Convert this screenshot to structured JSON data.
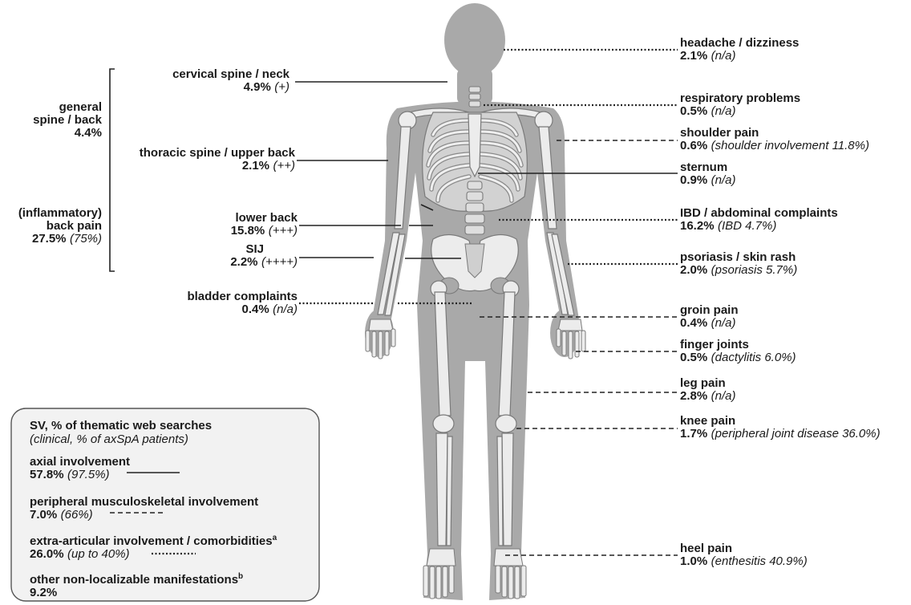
{
  "callouts": [
    {
      "id": "headache",
      "name": "headache / dizziness",
      "pct": "2.1%",
      "note": "(n/a)",
      "line": "dotted"
    },
    {
      "id": "respiratory",
      "name": "respiratory problems",
      "pct": "0.5%",
      "note": "(n/a)",
      "line": "dotted"
    },
    {
      "id": "shoulder",
      "name": "shoulder pain",
      "pct": "0.6%",
      "note": "(shoulder involvement 11.8%)",
      "line": "dashed"
    },
    {
      "id": "sternum",
      "name": "sternum",
      "pct": "0.9%",
      "note": "(n/a)",
      "line": "solid"
    },
    {
      "id": "ibd",
      "name": "IBD / abdominal complaints",
      "pct": "16.2%",
      "note": "(IBD 4.7%)",
      "line": "dotted"
    },
    {
      "id": "psoriasis",
      "name": "psoriasis / skin rash",
      "pct": "2.0%",
      "note": "(psoriasis 5.7%)",
      "line": "dotted"
    },
    {
      "id": "groin",
      "name": "groin pain",
      "pct": "0.4%",
      "note": "(n/a)",
      "line": "dashed"
    },
    {
      "id": "finger",
      "name": "finger joints",
      "pct": "0.5%",
      "note": "(dactylitis 6.0%)",
      "line": "dashed"
    },
    {
      "id": "leg",
      "name": "leg pain",
      "pct": "2.8%",
      "note": "(n/a)",
      "line": "dashed"
    },
    {
      "id": "knee",
      "name": "knee pain",
      "pct": "1.7%",
      "note": "(peripheral joint disease 36.0%)",
      "line": "dashed"
    },
    {
      "id": "heel",
      "name": "heel pain",
      "pct": "1.0%",
      "note": "(enthesitis 40.9%)",
      "line": "dashed"
    },
    {
      "id": "cervical",
      "name": "cervical spine / neck",
      "pct": "4.9%",
      "note": "(+)",
      "line": "solid"
    },
    {
      "id": "thoracic",
      "name": "thoracic spine / upper back",
      "pct": "2.1%",
      "note": "(++)",
      "line": "solid"
    },
    {
      "id": "lowerback",
      "name": "lower back",
      "pct": "15.8%",
      "note": "(+++)",
      "line": "solid"
    },
    {
      "id": "sij",
      "name": "SIJ",
      "pct": "2.2%",
      "note": "(++++)",
      "line": "solid"
    },
    {
      "id": "bladder",
      "name": "bladder complaints",
      "pct": "0.4%",
      "note": "(n/a)",
      "line": "dotted"
    }
  ],
  "bracket_groups": {
    "general": {
      "line1": "general",
      "line2": "spine / back",
      "pct": "4.4%"
    },
    "inflammatory": {
      "line1": "(inflammatory)",
      "line2": "back pain",
      "pct": "27.5%",
      "note": "(75%)"
    }
  },
  "legend": {
    "title": "SV, % of thematic web searches",
    "subtitle": "(clinical, % of axSpA patients)",
    "items": [
      {
        "name": "axial involvement",
        "sup": "",
        "pct": "57.8%",
        "note": "(97.5%)",
        "line": "solid"
      },
      {
        "name": "peripheral musculoskeletal involvement",
        "sup": "",
        "pct": "7.0%",
        "note": "(66%)",
        "line": "dashed"
      },
      {
        "name": "extra-articular involvement / comorbidities",
        "sup": "a",
        "pct": "26.0%",
        "note": "(up to 40%)",
        "line": "dotted"
      },
      {
        "name": "other non-localizable manifestations",
        "sup": "b",
        "pct": "9.2%",
        "note": "",
        "line": "none"
      }
    ]
  }
}
